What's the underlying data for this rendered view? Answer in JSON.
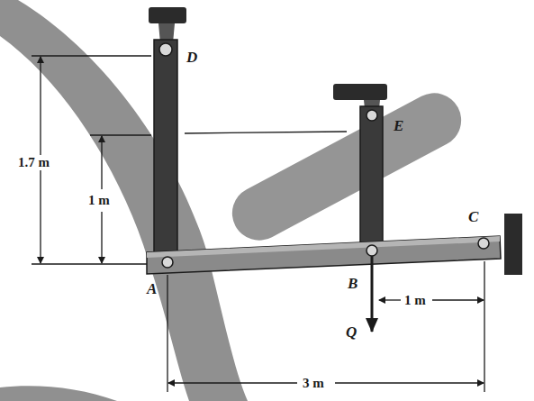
{
  "diagram": {
    "labels": [
      "D",
      "1.7 m",
      "E",
      "1 m",
      "C",
      "A",
      "B",
      "1 m",
      "Q",
      "3 m"
    ]
  }
}
